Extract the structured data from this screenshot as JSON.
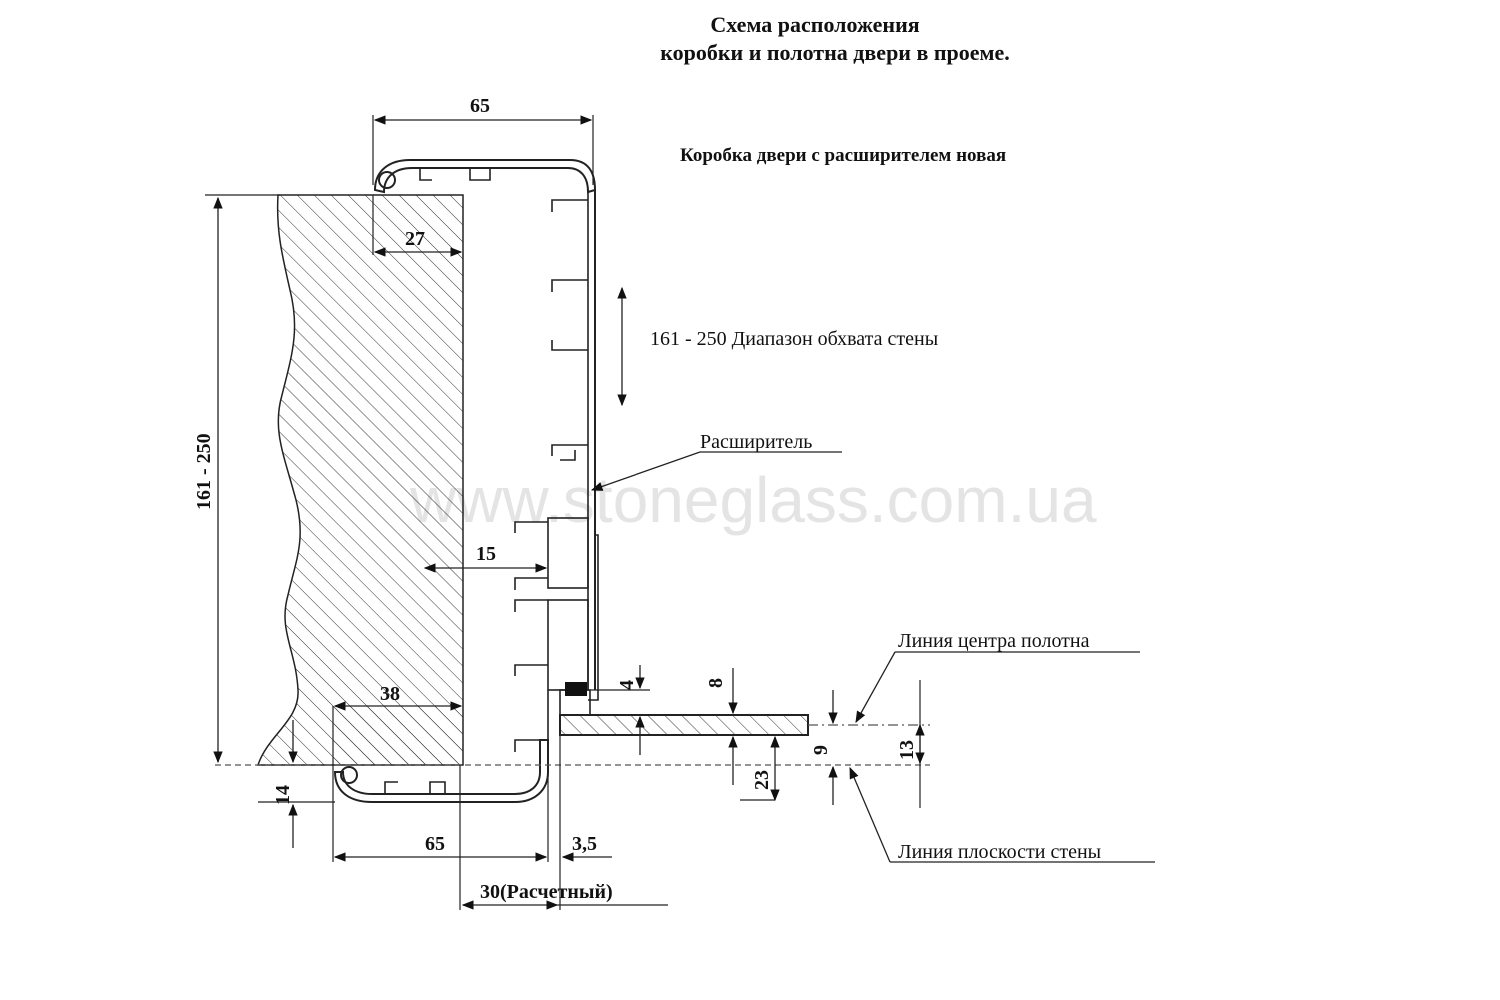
{
  "title_line1": "Схема расположения",
  "title_line2": "коробки и полотна двери в проеме.",
  "subtitle": "Коробка двери с расширителем  новая",
  "watermark": "www.stoneglass.com.ua",
  "labels": {
    "range": "161 - 250  Диапазон обхвата стены",
    "extender": "Расширитель",
    "center_line": "Линия центра полотна",
    "wall_plane": "Линия плоскости стены"
  },
  "dimensions": {
    "top_width": "65",
    "wall_inset_top": "27",
    "height_range": "161 - 250",
    "inner_gap": "15",
    "bottom_38": "38",
    "left_14": "14",
    "bottom_width": "65",
    "gap_3_5": "3,5",
    "calc_30": "30(Расчетный)",
    "d4": "4",
    "d8": "8",
    "d9": "9",
    "d13": "13",
    "d23": "23"
  }
}
